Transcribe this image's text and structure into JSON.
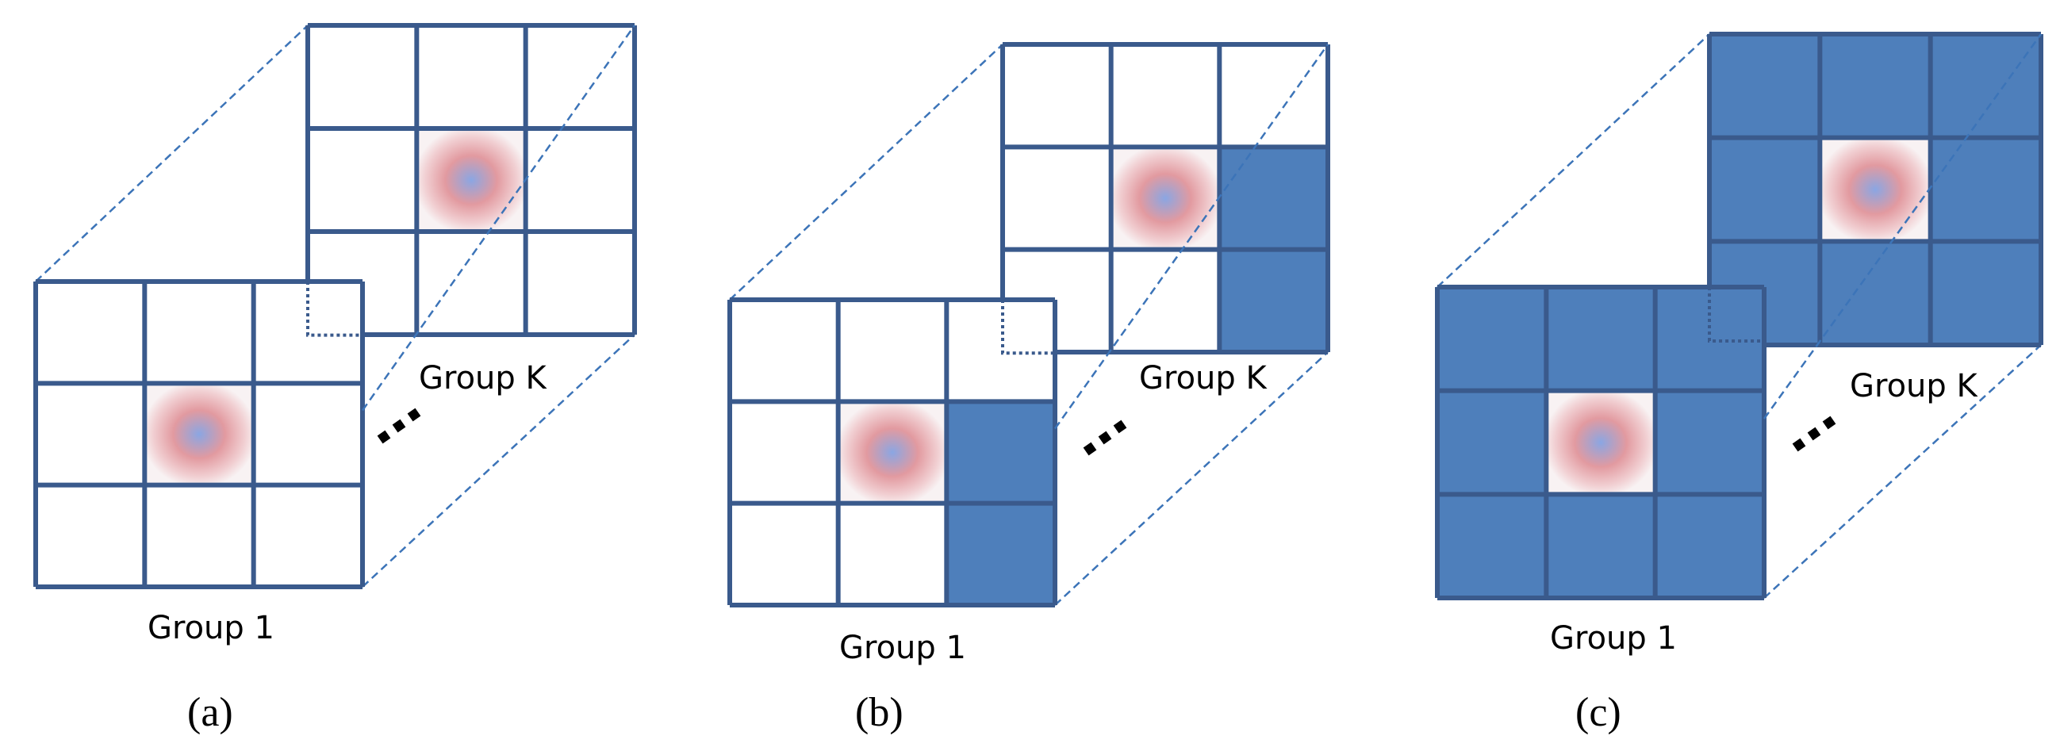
{
  "panels": [
    {
      "id": "a",
      "caption": "(a)",
      "front_label": "Group 1",
      "back_label": "Group K",
      "blue_cells": []
    },
    {
      "id": "b",
      "caption": "(b)",
      "front_label": "Group 1",
      "back_label": "Group K",
      "blue_cells": [
        [
          1,
          2
        ],
        [
          2,
          2
        ]
      ]
    },
    {
      "id": "c",
      "caption": "(c)",
      "front_label": "Group 1",
      "back_label": "Group K",
      "blue_cells": [
        [
          0,
          0
        ],
        [
          0,
          1
        ],
        [
          0,
          2
        ],
        [
          1,
          0
        ],
        [
          1,
          2
        ],
        [
          2,
          0
        ],
        [
          2,
          1
        ],
        [
          2,
          2
        ]
      ]
    }
  ],
  "colors": {
    "grid": "#3a5a8c",
    "blue_fill": "#4e7fbb",
    "dashed": "#3c74b8",
    "kernel_outer": "#e8a0a4",
    "kernel_inner": "#8fa8e0"
  }
}
